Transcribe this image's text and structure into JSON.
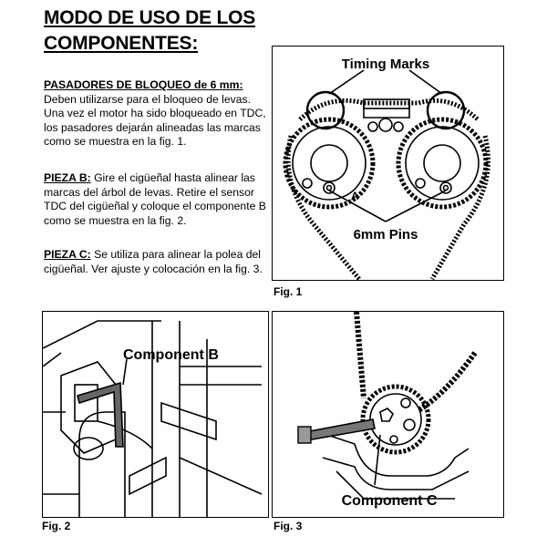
{
  "title": {
    "line1": "MODO DE USO DE LOS",
    "line2": "COMPONENTES:"
  },
  "sections": [
    {
      "heading": "PASADORES DE BLOQUEO de 6 mm:",
      "body": "Deben utilizarse para el bloqueo de levas. Una vez el motor ha sido bloqueado en TDC, los pasadores dejarán alineadas las marcas como se muestra en la fig. 1."
    },
    {
      "heading": "PIEZA B:",
      "body": " Gire el cigüeñal hasta alinear las marcas del árbol de levas. Retire el sensor TDC del cigüeñal y coloque el componente B como se muestra en la fig. 2."
    },
    {
      "heading": "PIEZA C:",
      "body": " Se utiliza para alinear la polea del cigüeñal. Ver ajuste y colocación en la fig. 3."
    }
  ],
  "figures": {
    "fig1": {
      "caption": "Fig. 1",
      "label_timing_marks": "Timing Marks",
      "label_pins": "6mm Pins",
      "label_a": "A"
    },
    "fig2": {
      "caption": "Fig. 2",
      "label_component": "Component B"
    },
    "fig3": {
      "caption": "Fig. 3",
      "label_component": "Component C"
    }
  }
}
